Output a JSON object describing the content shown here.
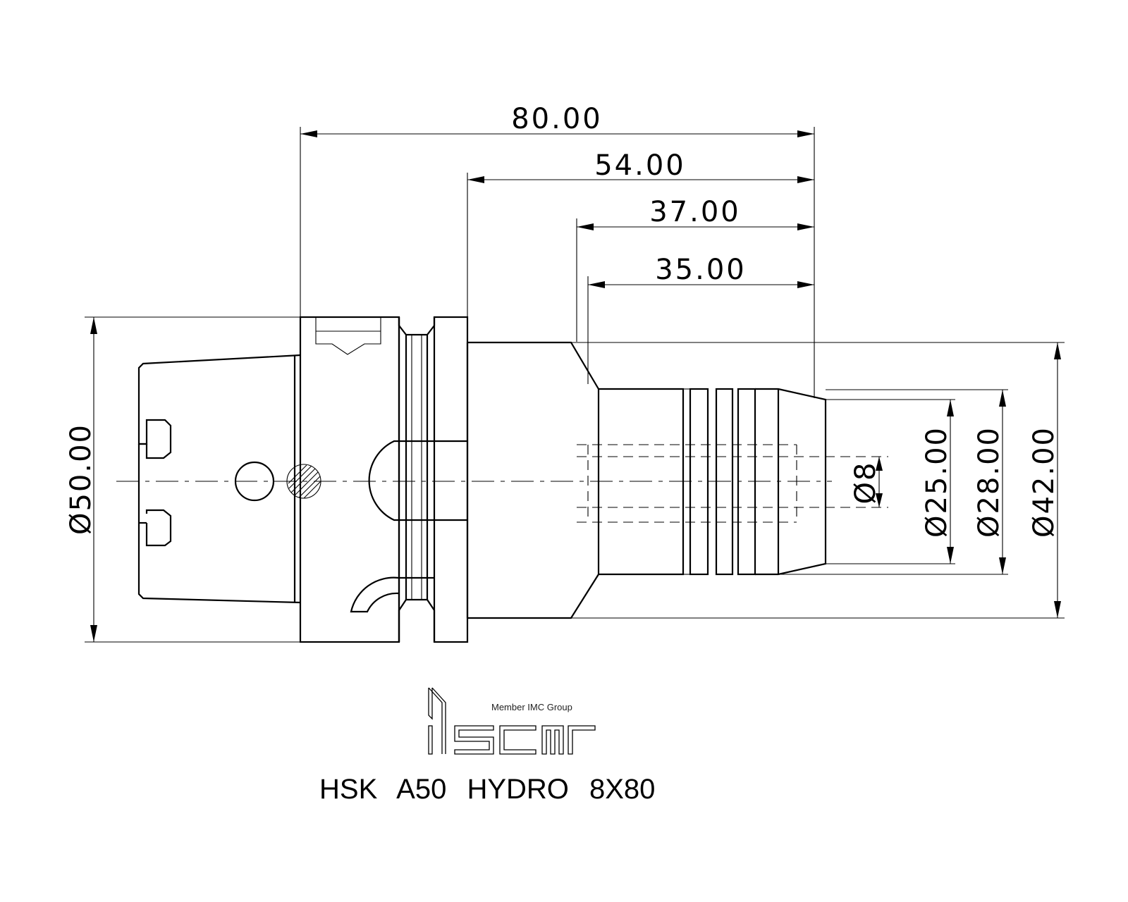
{
  "drawing": {
    "title": "HSK  A50  HYDRO  8X80",
    "logo_tagline": "Member IMC Group",
    "logo_name": "iscar"
  },
  "dimensions": {
    "overall_length": "80.00",
    "length_54": "54.00",
    "length_37": "37.00",
    "length_35": "35.00",
    "dia_flange": "Ø50.00",
    "dia_bore": "Ø8",
    "dia_25": "Ø25.00",
    "dia_28": "Ø28.00",
    "dia_42": "Ø42.00"
  }
}
